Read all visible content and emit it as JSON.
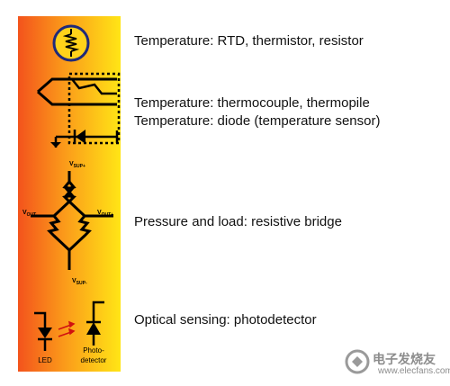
{
  "labels": {
    "rtd": "Temperature: RTD, thermistor, resistor",
    "thermocouple": "Temperature: thermocouple, thermopile",
    "diode": "Temperature: diode (temperature sensor)",
    "bridge": "Pressure and load: resistive bridge",
    "optical": "Optical sensing: photodetector"
  },
  "panel": {
    "vsup_plus": "V",
    "vsup_plus_sub": "SUP+",
    "vsup_minus": "V",
    "vsup_minus_sub": "SUP-",
    "vout_minus": "V",
    "vout_minus_sub": "OUT-",
    "vout_plus": "V",
    "vout_plus_sub": "OUT+",
    "led": "LED",
    "photo_line1": "Photo-",
    "photo_line2": "detector"
  },
  "watermark": {
    "chinese": "电子发烧友",
    "url": "www.elecfans.com"
  },
  "colors": {
    "gradient_left": "#f3531c",
    "gradient_mid": "#fb9a1a",
    "gradient_right": "#ffe516",
    "circle_fill": "#ffd21a",
    "circle_stroke": "#1f2a7a",
    "ink": "#000000"
  }
}
